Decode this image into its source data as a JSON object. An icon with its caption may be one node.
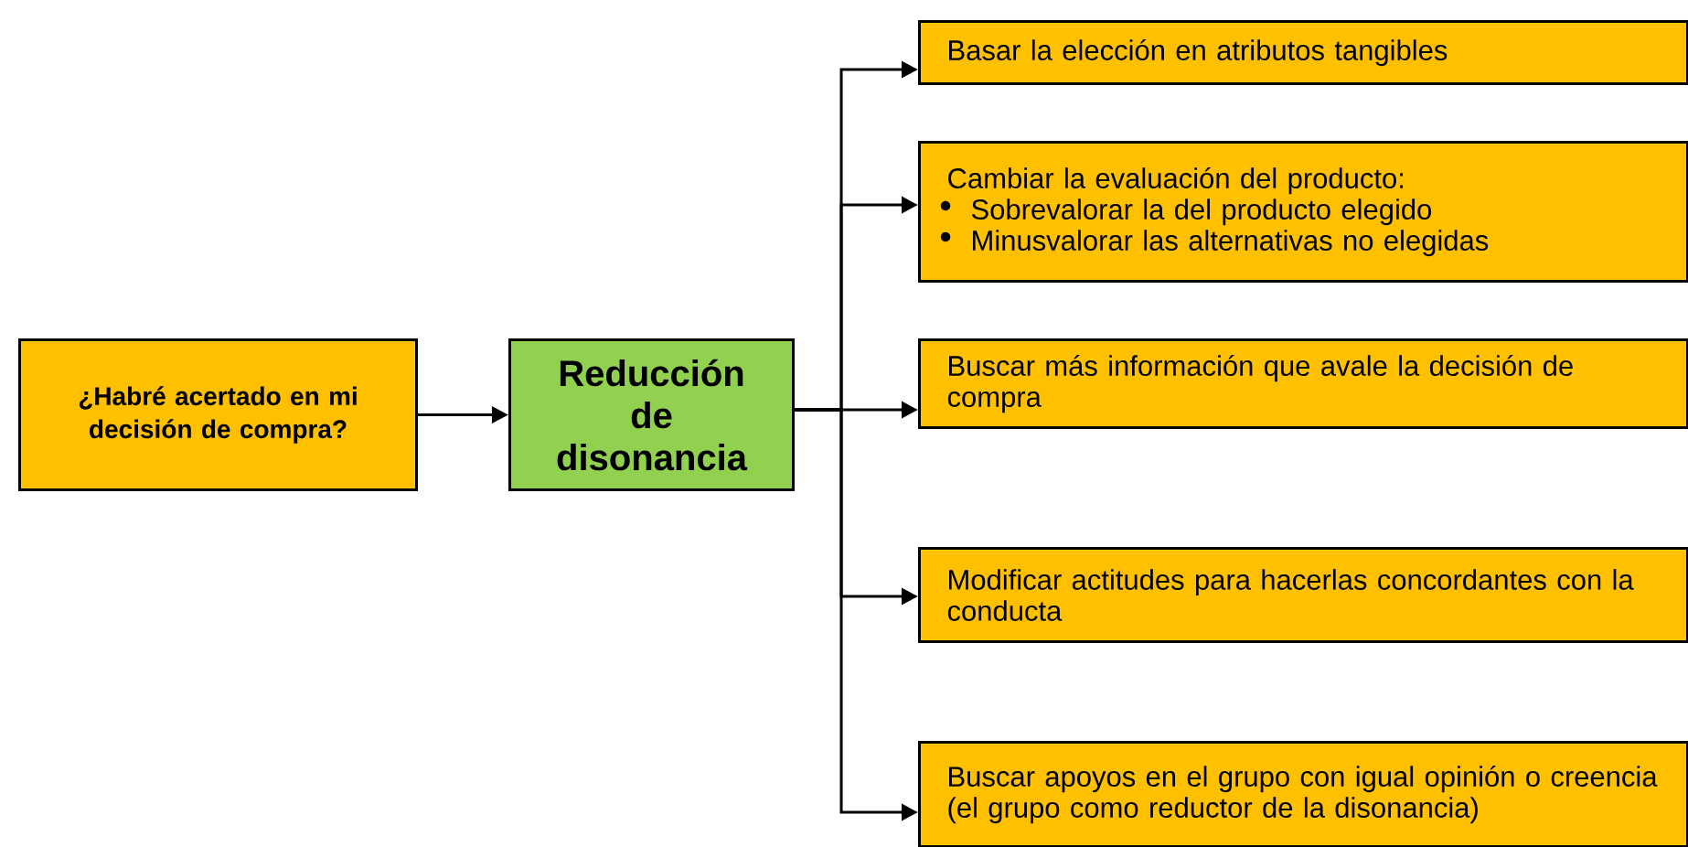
{
  "diagram": {
    "nodes": [
      {
        "text": [
          "¿Habré acertado en mi decisión de compra?"
        ]
      },
      {
        "text": [
          "Reducción de disonancia"
        ]
      },
      {
        "text": [
          "Basar la elección en atributos tangibles"
        ]
      },
      {
        "text": [
          "Cambiar la evaluación del producto:",
          "Sobrevalorar la del producto elegido",
          "Minusvalorar las alternativas no elegidas"
        ]
      },
      {
        "text": [
          "Buscar más información que avale la decisión de compra"
        ]
      },
      {
        "text": [
          "Modificar actitudes para hacerlas concordantes con la conducta"
        ]
      },
      {
        "text": [
          "Buscar apoyos en el grupo con igual opinión o creencia (el grupo como reductor de la disonancia)"
        ]
      }
    ],
    "edges": [
      {
        "from": 0,
        "to": 1,
        "arrow": "to"
      },
      {
        "from": 1,
        "to": 2,
        "arrow": "to"
      },
      {
        "from": 1,
        "to": 3,
        "arrow": "to"
      },
      {
        "from": 1,
        "to": 4,
        "arrow": "to"
      },
      {
        "from": 1,
        "to": 5,
        "arrow": "to"
      },
      {
        "from": 1,
        "to": 6,
        "arrow": "to"
      }
    ]
  }
}
